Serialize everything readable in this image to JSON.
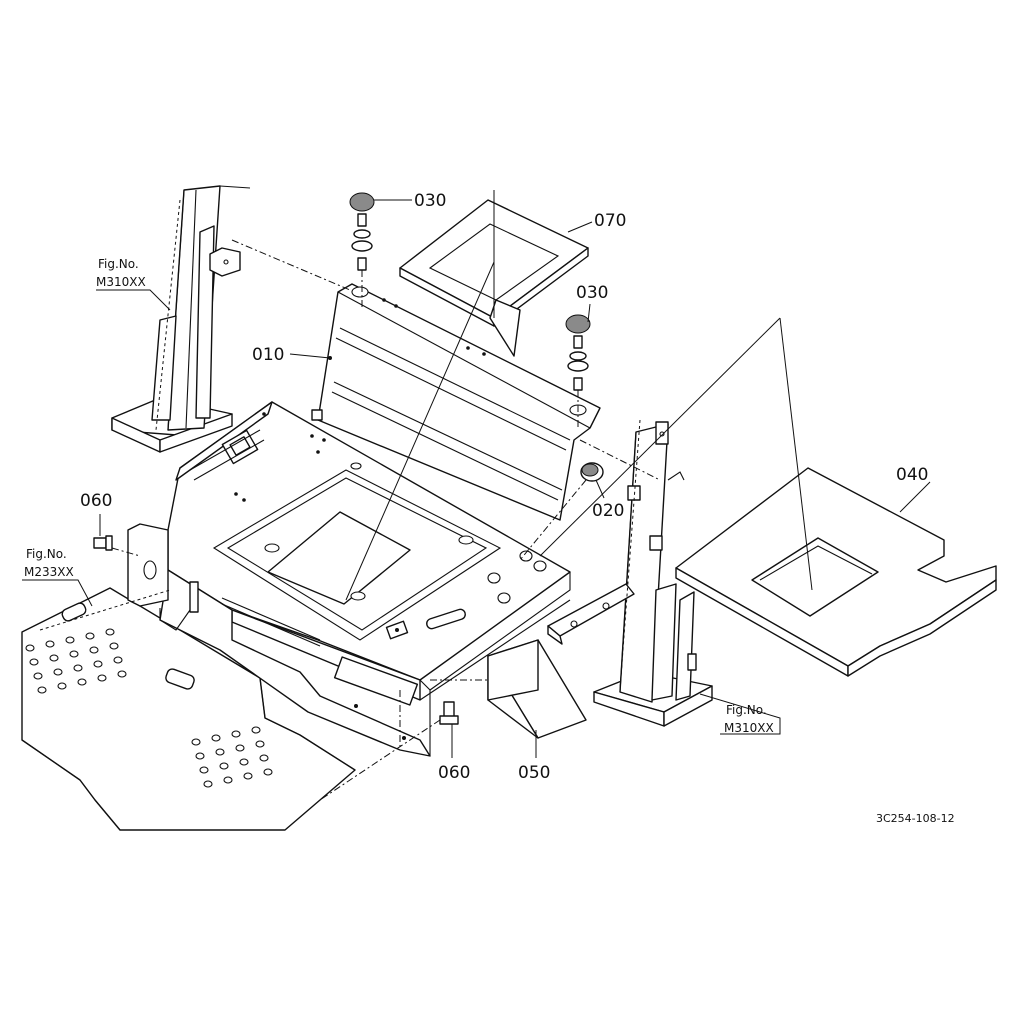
{
  "callouts": {
    "p010": "010",
    "p020": "020",
    "p030_top": "030",
    "p030_right": "030",
    "p040": "040",
    "p050": "050",
    "p060_left": "060",
    "p060_bottom": "060",
    "p070": "070"
  },
  "figure_refs": {
    "left_label": "Fig.No.",
    "left_code": "M310XX",
    "floor_label": "Fig.No.",
    "floor_code": "M233XX",
    "right_label": "Fig.No.",
    "right_code": "M310XX"
  },
  "drawing_code": "3C254-108-12"
}
